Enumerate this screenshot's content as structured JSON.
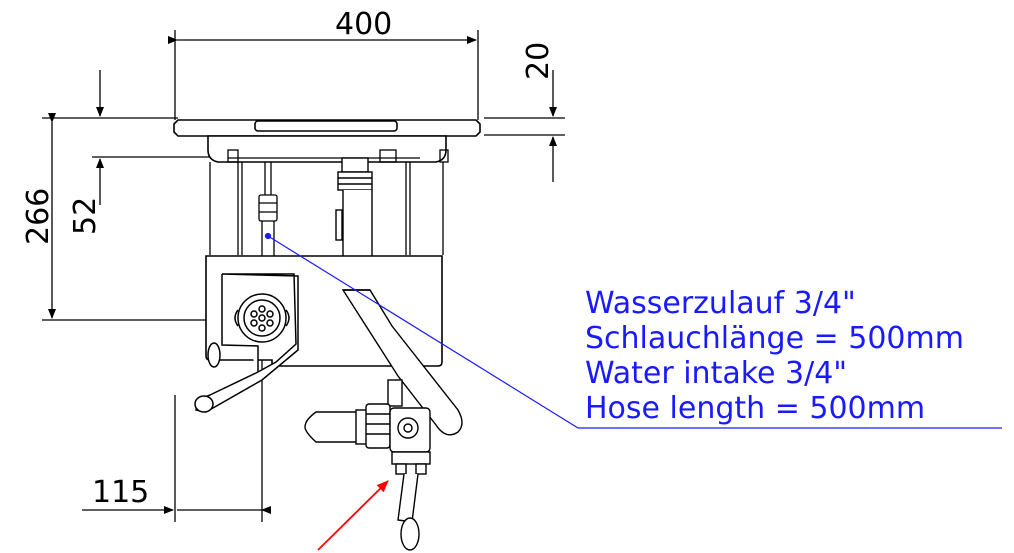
{
  "dimensions": {
    "width_top": "400",
    "plate_thickness": "20",
    "total_height": "266",
    "upper_height": "52",
    "offset_bottom": "115"
  },
  "callout": {
    "line1": "Wasserzulauf 3/4\"",
    "line2": "Schlauchlänge = 500mm",
    "line3": "Water intake 3/4\"",
    "line4": "Hose length = 500mm"
  },
  "colors": {
    "line": "#000000",
    "callout": "#1a1aff",
    "arrow": "#ff0000"
  }
}
